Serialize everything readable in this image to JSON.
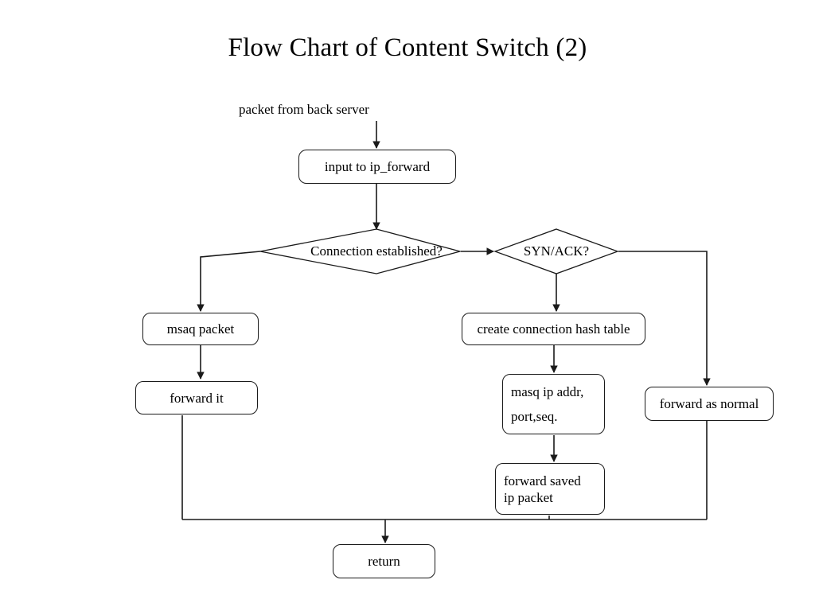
{
  "slide": {
    "title": "Flow Chart of Content Switch (2)",
    "background_color": "#ffffff",
    "line_color": "#1a1a1a",
    "text_color": "#000000"
  },
  "chart_data": {
    "type": "diagram",
    "diagram_kind": "flowchart",
    "title": "Flow Chart of Content Switch (2)",
    "entry_label": "packet from back server",
    "nodes": [
      {
        "id": "input",
        "shape": "rounded-rect",
        "label": "input to ip_forward"
      },
      {
        "id": "conn",
        "shape": "diamond",
        "label": "Connection established?"
      },
      {
        "id": "synack",
        "shape": "diamond",
        "label": "SYN/ACK?"
      },
      {
        "id": "msaq",
        "shape": "rounded-rect",
        "label": "msaq packet"
      },
      {
        "id": "forward_it",
        "shape": "rounded-rect",
        "label": "forward it"
      },
      {
        "id": "create_hash",
        "shape": "rounded-rect",
        "label": "create connection hash table"
      },
      {
        "id": "masq_ip",
        "shape": "rounded-rect",
        "label": "masq ip addr,\nport,seq."
      },
      {
        "id": "forward_saved",
        "shape": "rounded-rect",
        "label": "forward saved\nip packet"
      },
      {
        "id": "forward_normal",
        "shape": "rounded-rect",
        "label": "forward as normal"
      },
      {
        "id": "return",
        "shape": "rounded-rect",
        "label": "return"
      }
    ],
    "edges": [
      {
        "from": "entry",
        "to": "input",
        "label": ""
      },
      {
        "from": "input",
        "to": "conn",
        "label": ""
      },
      {
        "from": "conn",
        "to": "msaq",
        "label": ""
      },
      {
        "from": "conn",
        "to": "synack",
        "label": ""
      },
      {
        "from": "synack",
        "to": "create_hash",
        "label": ""
      },
      {
        "from": "synack",
        "to": "forward_normal",
        "label": ""
      },
      {
        "from": "msaq",
        "to": "forward_it",
        "label": ""
      },
      {
        "from": "create_hash",
        "to": "masq_ip",
        "label": ""
      },
      {
        "from": "masq_ip",
        "to": "forward_saved",
        "label": ""
      },
      {
        "from": "forward_it",
        "to": "return",
        "label": ""
      },
      {
        "from": "forward_saved",
        "to": "return",
        "label": ""
      },
      {
        "from": "forward_normal",
        "to": "return",
        "label": ""
      }
    ]
  },
  "nodes": {
    "entry_label": "packet from back server",
    "input_forward": "input to ip_forward",
    "connection_established": "Connection established?",
    "syn_ack": "SYN/ACK?",
    "msaq_packet": "msaq packet",
    "forward_it": "forward it",
    "create_hash_table": "create connection hash table",
    "masq_ip_addr": "masq ip addr,\nport,seq.",
    "forward_saved_ip": "forward saved\nip packet",
    "forward_as_normal": "forward as normal",
    "return": "return"
  }
}
